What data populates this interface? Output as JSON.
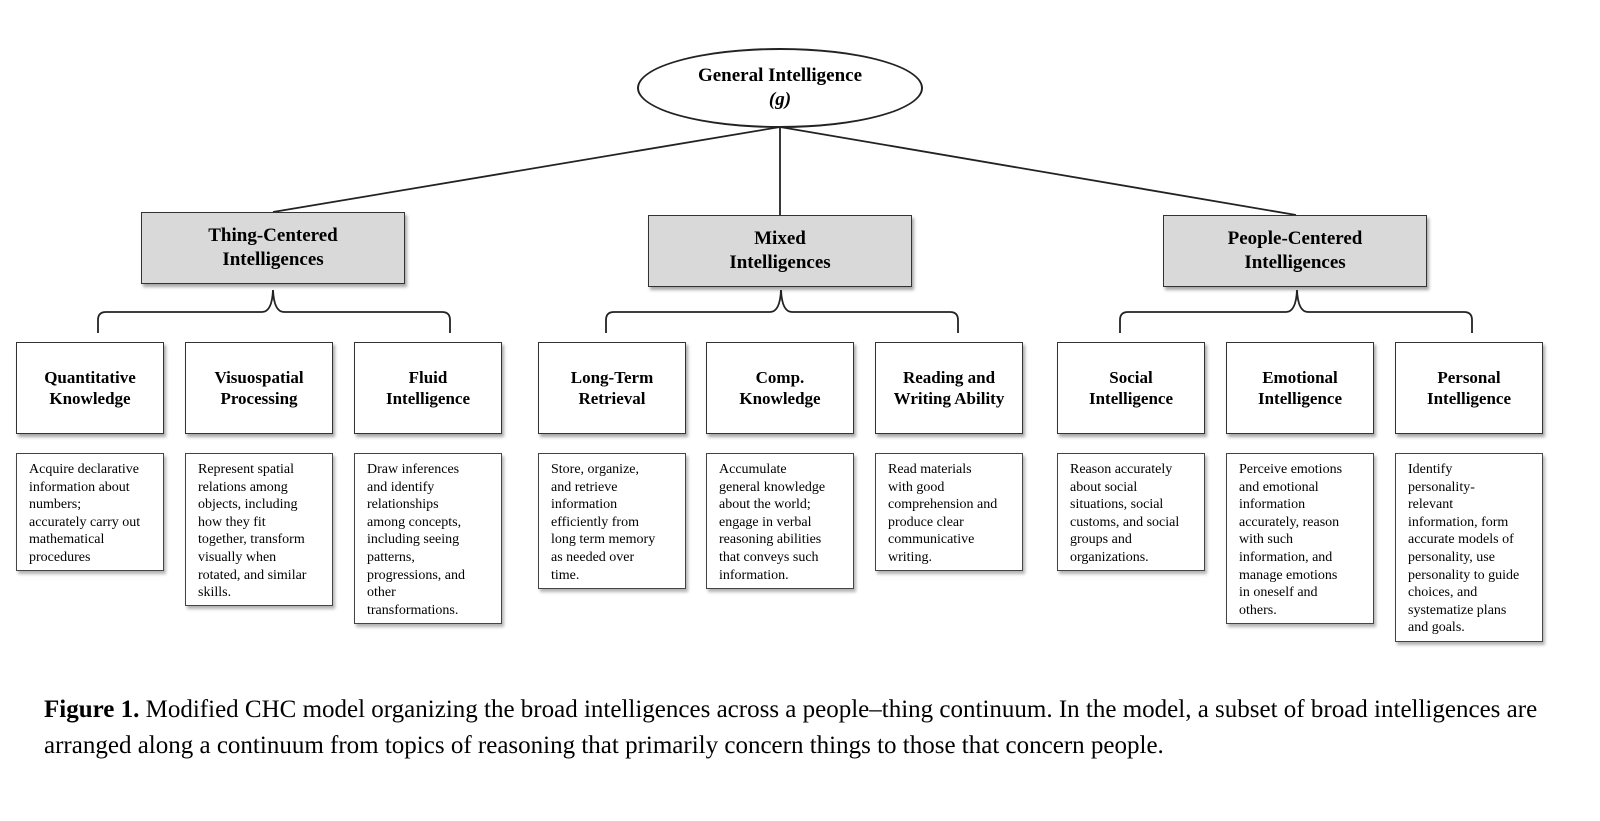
{
  "root": {
    "label": "General Intelligence",
    "symbol": "(g)"
  },
  "groups": [
    {
      "label": "Thing-Centered\nIntelligences",
      "children": [
        {
          "label": "Quantitative\nKnowledge",
          "description": "Acquire declarative\ninformation about\nnumbers;\naccurately carry out\nmathematical\nprocedures"
        },
        {
          "label": "Visuospatial\nProcessing",
          "description": "Represent spatial\nrelations among\nobjects, including\nhow they fit\ntogether, transform\nvisually when\nrotated, and similar\nskills."
        },
        {
          "label": "Fluid\nIntelligence",
          "description": "Draw inferences\nand identify\nrelationships\namong concepts,\nincluding seeing\npatterns,\nprogressions, and\nother\ntransformations."
        }
      ]
    },
    {
      "label": "Mixed\nIntelligences",
      "children": [
        {
          "label": "Long-Term\nRetrieval",
          "description": "Store, organize,\nand retrieve\ninformation\nefficiently from\nlong term memory\nas needed over\ntime."
        },
        {
          "label": "Comp.\nKnowledge",
          "description": "Accumulate\ngeneral knowledge\nabout the world;\nengage in verbal\nreasoning abilities\nthat conveys such\ninformation."
        },
        {
          "label": "Reading and\nWriting Ability",
          "description": "Read materials\nwith good\ncomprehension and\nproduce clear\ncommunicative\nwriting."
        }
      ]
    },
    {
      "label": "People-Centered\nIntelligences",
      "children": [
        {
          "label": "Social\nIntelligence",
          "description": "Reason accurately\nabout social\nsituations, social\ncustoms, and social\ngroups and\norganizations."
        },
        {
          "label": "Emotional\nIntelligence",
          "description": "Perceive emotions\nand emotional\ninformation\naccurately, reason\nwith such\ninformation, and\nmanage emotions\nin oneself and\nothers."
        },
        {
          "label": "Personal\nIntelligence",
          "description": "Identify\npersonality-\nrelevant\ninformation, form\naccurate models of\npersonality, use\npersonality to guide\nchoices, and\nsystematize plans\nand goals."
        }
      ]
    }
  ],
  "caption": {
    "label": "Figure 1.",
    "text": " Modified CHC model organizing the broad intelligences across a people–thing continuum. In the model, a subset of broad intelligences are arranged along a continuum from topics of reasoning that primarily concern things to those that concern people."
  }
}
